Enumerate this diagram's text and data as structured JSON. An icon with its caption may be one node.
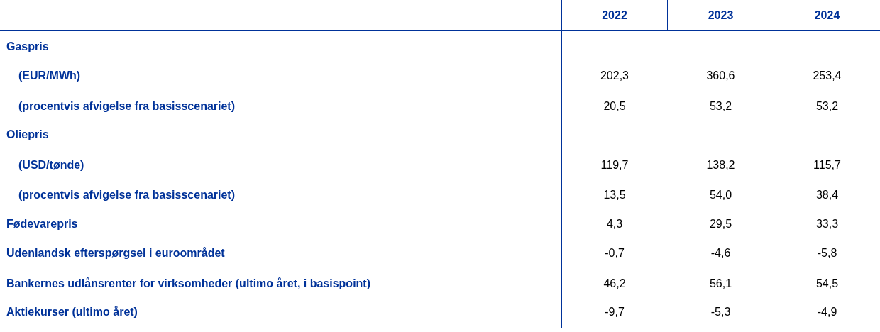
{
  "diagram": {
    "labels": [
      "2022",
      "2023",
      "2024",
      "Gaspris",
      "(EUR/MWh)",
      "202,3",
      "360,6",
      "253,4",
      "(procentvis afvigelse fra basisscenariet)",
      "20,5",
      "53,2",
      "53,2",
      "Oliepris",
      "(USD/tønde)",
      "119,7",
      "138,2",
      "115,7",
      "(procentvis afvigelse fra basisscenariet)",
      "13,5",
      "54,0",
      "38,4",
      "Fødevarepris",
      "4,3",
      "29,5",
      "33,3",
      "Udenlandsk efterspørgsel i euroområdet",
      "-0,7",
      "-4,6",
      "-5,8",
      "Bankernes udlånsrenter for virksomheder (ultimo året, i basispoint)",
      "46,2",
      "56,1",
      "54,5",
      "Aktiekurser (ultimo året)",
      "-9,7",
      "-5,3",
      "-4,9"
    ]
  }
}
